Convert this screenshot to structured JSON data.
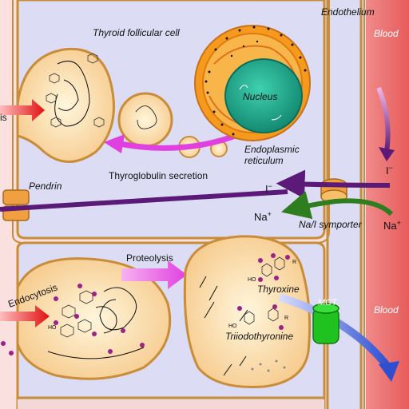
{
  "labels": {
    "endothelium": "Endothelium",
    "blood_top": "Blood",
    "blood_bottom": "Blood",
    "follicular_cell": "Thyroid follicular cell",
    "nucleus": "Nucleus",
    "er_line1": "Endoplasmic",
    "er_line2": "reticulum",
    "tg_secretion": "Thyroglobulin secretion",
    "exocytosis_fragment": "is",
    "pendrin": "Pendrin",
    "iodide_right": "I",
    "iodide_mid": "I",
    "iodide_sup": "−",
    "sodium_left": "Na",
    "sodium_right": "Na",
    "sodium_sup": "+",
    "symporter": "Na/I symporter",
    "proteolysis": "Proteolysis",
    "endocytosis": "Endocytosis",
    "thyroxine": "Thyroxine",
    "triiodothyronine": "Triiodothyronine",
    "mct": "MCT",
    "r_group_1": "R",
    "r_group_2": "R",
    "ho_1": "HO",
    "ho_2": "HO",
    "ho_3": "HO"
  },
  "colors": {
    "colloid": "#fde8c0",
    "cytoplasm": "#dcdcf4",
    "blood": "#ee6f6f",
    "membrane": "#c98d3a",
    "nucleus": "#1fa68a",
    "er": "#f59a1c",
    "iodide_arrow": "#5b1a78",
    "sodium_arrow": "#2e7d1e",
    "secretion_arrow": "#e040e0",
    "export_arrow": "#2f4fd0",
    "pendrin": "#f0a040",
    "mct": "#1fc21f",
    "iodine_atom": "#a0208a"
  }
}
